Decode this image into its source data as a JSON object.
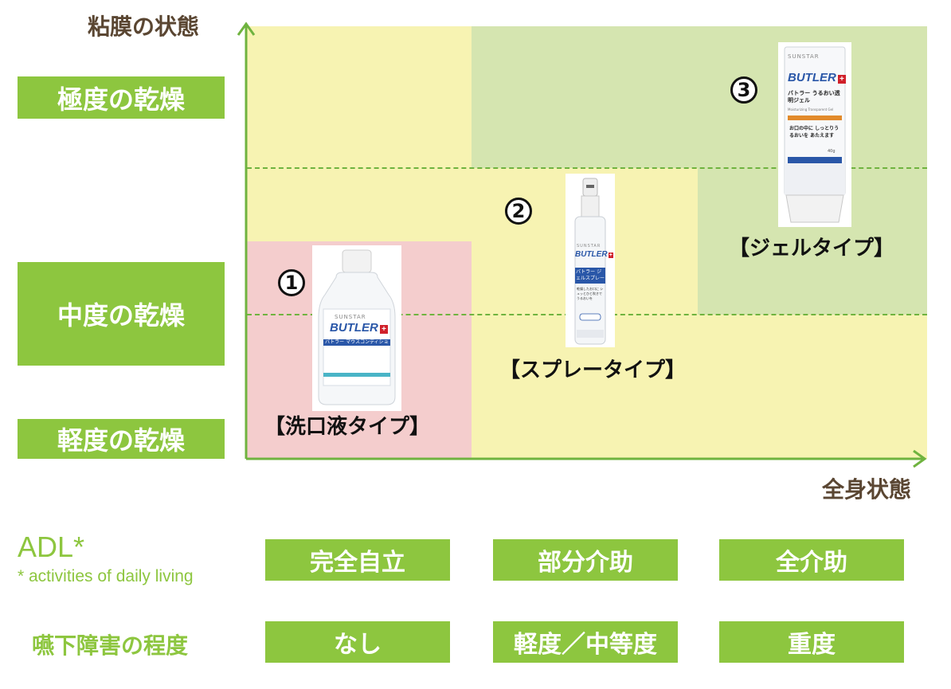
{
  "y_axis_title": "粘膜の状態",
  "x_axis_title": "全身状態",
  "y_levels": [
    "極度の乾燥",
    "中度の乾燥",
    "軽度の乾燥"
  ],
  "products": [
    {
      "number": "1",
      "type": "【洗口液タイプ】",
      "brand_top": "SUNSTAR",
      "brand": "BUTLER",
      "name": "バトラー マウスコンディショナー"
    },
    {
      "number": "2",
      "type": "【スプレータイプ】",
      "brand_top": "SUNSTAR",
      "brand": "BUTLER",
      "name": "バトラー ジェルスプレー",
      "desc": "乾燥したお口に シュッとひと吹きで うるおいを"
    },
    {
      "number": "3",
      "type": "【ジェルタイプ】",
      "brand_top": "SUNSTAR",
      "brand": "BUTLER",
      "name": "バトラー うるおい透明ジェル",
      "subname": "Moisturizing Transparent Gel",
      "desc": "お口の中に しっとりうるおいを あたえます",
      "weight": "40g"
    }
  ],
  "adl": {
    "title": "ADL*",
    "note": "* activities of daily living",
    "levels": [
      "完全自立",
      "部分介助",
      "全介助"
    ]
  },
  "swallow": {
    "title": "嚥下障害の程度",
    "levels": [
      "なし",
      "軽度／中等度",
      "重度"
    ]
  },
  "colors": {
    "green_label": "#8dc63f",
    "zone_pink": "#f4cdcd",
    "zone_yellow": "#f7f3b2",
    "zone_green": "#d5e5b0",
    "axis": "#6fb33f",
    "axis_title": "#5a4632"
  }
}
